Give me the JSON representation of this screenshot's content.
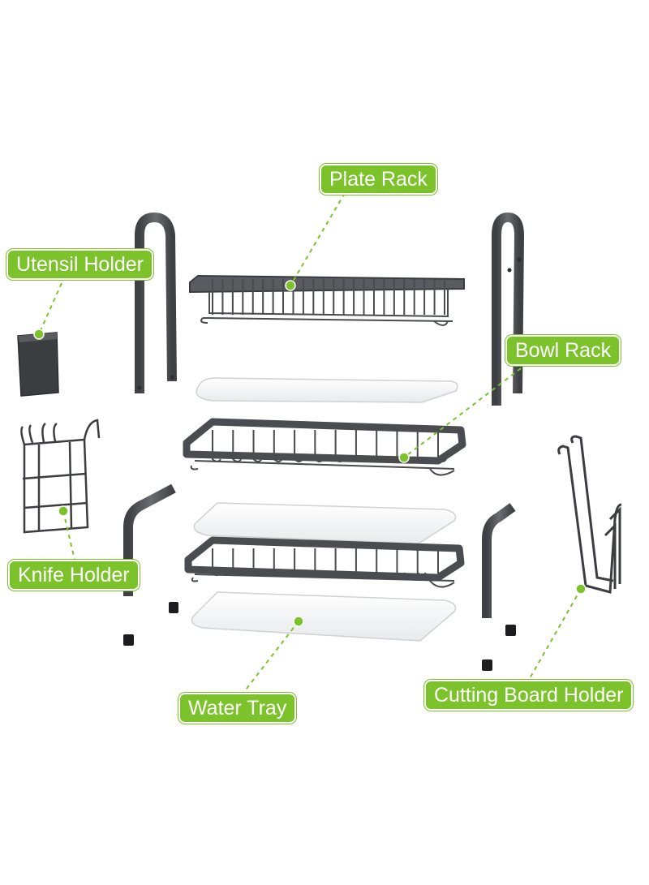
{
  "labels": {
    "plate_rack": "Plate Rack",
    "utensil_holder": "Utensil Holder",
    "bowl_rack": "Bowl Rack",
    "knife_holder": "Knife Holder",
    "water_tray": "Water Tray",
    "cutting_board_holder": "Cutting Board Holder"
  },
  "colors": {
    "callout_green": "#7cc22b",
    "metal_dark": "#55565a",
    "tray_white": "#ffffff",
    "leader_dash": "#7cc22b"
  }
}
